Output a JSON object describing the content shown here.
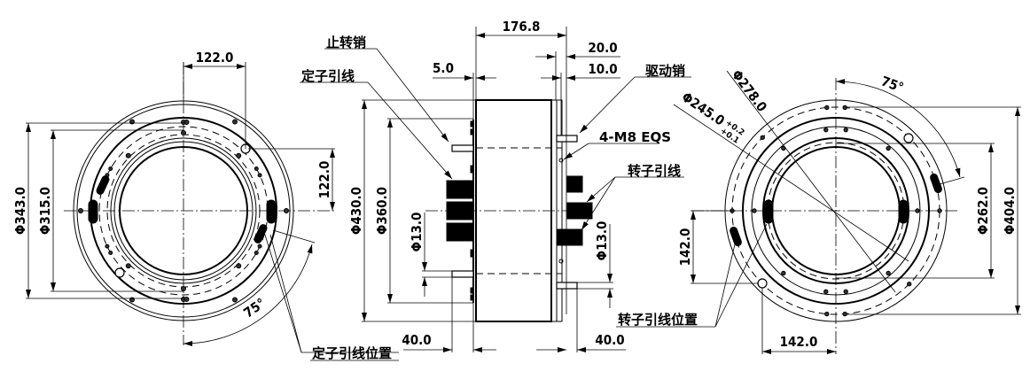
{
  "drawing": {
    "title": "Slip ring outline drawing",
    "line_color": "#000000",
    "background": "#ffffff"
  },
  "front_view": {
    "dims": {
      "top_offset": "122.0",
      "right_offset": "122.0",
      "outer_dia": "Φ343.0",
      "inner_dia": "Φ315.0",
      "angle": "75°"
    },
    "callouts": {
      "stator_lead_position": "定子引线位置"
    }
  },
  "side_view": {
    "dims": {
      "length": "176.8",
      "flange_20": "20.0",
      "flange_10": "10.0",
      "stator_gap": "5.0",
      "outer_dia": "Φ430.0",
      "pitch_dia": "Φ360.0",
      "pin_dia_left": "Φ13.0",
      "pin_dia_right": "Φ13.0",
      "lead_left": "40.0",
      "lead_right": "40.0"
    },
    "callouts": {
      "stop_pin": "止转销",
      "stator_leads": "定子引线",
      "drive_pin": "驱动销",
      "screws": "4-M8 EQS",
      "rotor_leads": "转子引线"
    }
  },
  "rear_view": {
    "dims": {
      "dia_278": "Φ278.0",
      "dia_245": "Φ245.0",
      "tol_upper": "+0.2",
      "tol_lower": "+0.1",
      "angle": "75°",
      "dia_262": "Φ262.0",
      "dia_404": "Φ404.0",
      "vert_offset": "142.0",
      "horiz_offset": "142.0"
    },
    "callouts": {
      "rotor_lead_position": "转子引线位置"
    }
  }
}
